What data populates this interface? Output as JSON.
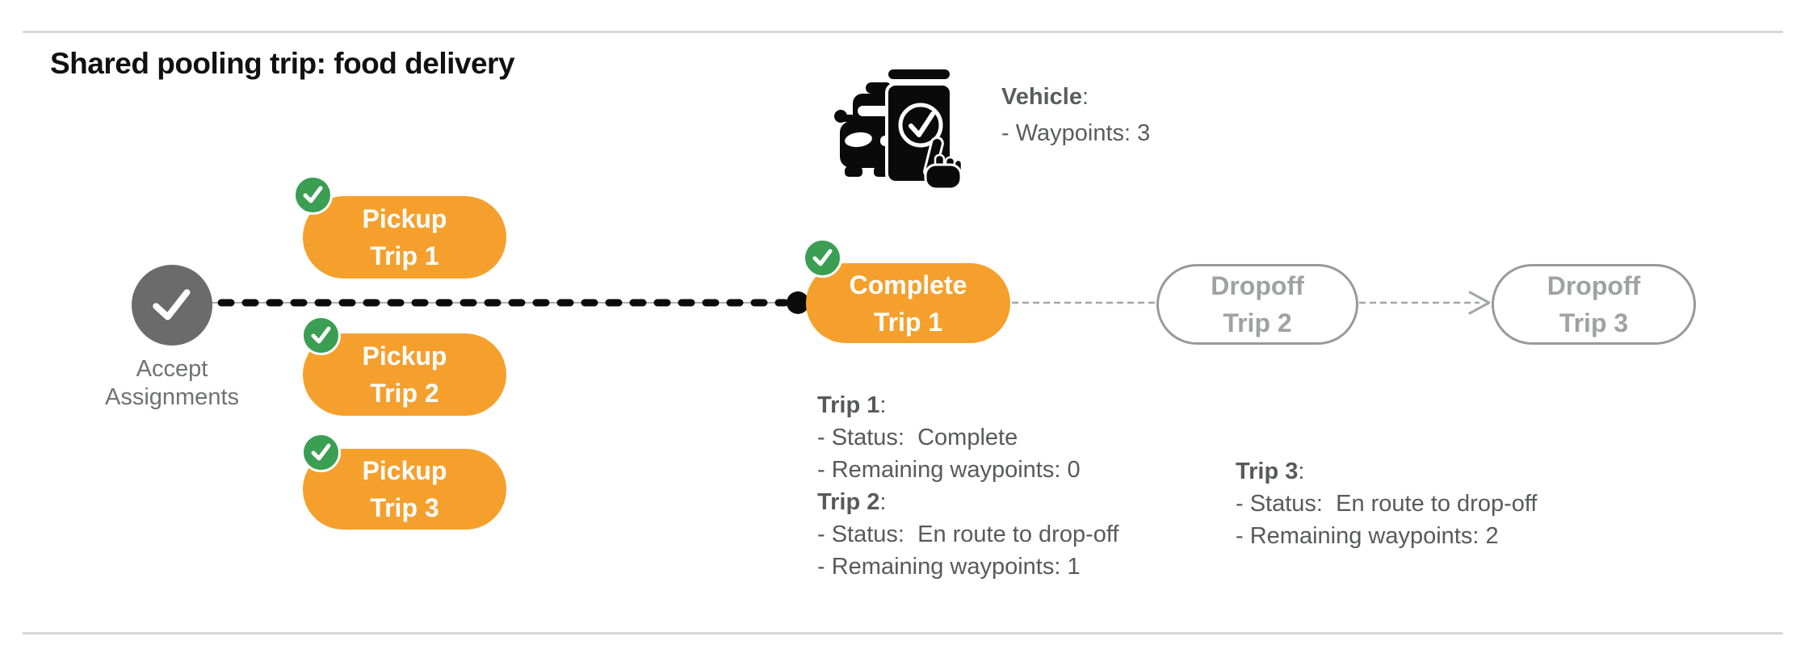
{
  "title": "Shared pooling trip: food delivery",
  "colors": {
    "orange": "#F5A02D",
    "green": "#3A9E53",
    "node_gray": "#6B6B6B",
    "text_gray": "#5B5C5F",
    "ghost_outline_gray": "#97999B",
    "connector_black": "#0B0B0B",
    "connector_gray": "#A4A6A8",
    "rule_gray": "#D7D7D7"
  },
  "icons": {
    "vehicle": "car-phone-check-icon",
    "badge": "check-circle-icon",
    "accept": "check-icon",
    "arrow": "arrow-right-icon"
  },
  "vehicle": {
    "label": "Vehicle",
    "colon": ":",
    "waypoints": "- Waypoints: 3"
  },
  "nodes": {
    "accept": {
      "line1": "Accept",
      "line2": "Assignments"
    },
    "pickups": [
      {
        "line1": "Pickup",
        "line2": "Trip 1"
      },
      {
        "line1": "Pickup",
        "line2": "Trip 2"
      },
      {
        "line1": "Pickup",
        "line2": "Trip 3"
      }
    ],
    "complete": {
      "line1": "Complete",
      "line2": "Trip 1"
    },
    "dropoffs": [
      {
        "line1": "Dropoff",
        "line2": "Trip 2"
      },
      {
        "line1": "Dropoff",
        "line2": "Trip 3"
      }
    ]
  },
  "status_blocks": [
    {
      "title": "Trip 1",
      "colon": ":",
      "lines": [
        "- Status:  Complete",
        "- Remaining waypoints: 0"
      ]
    },
    {
      "title": "Trip 2",
      "colon": ":",
      "lines": [
        "- Status:  En route to drop-off",
        "- Remaining waypoints: 1"
      ]
    },
    {
      "title": "Trip 3",
      "colon": ":",
      "lines": [
        "- Status:  En route to drop-off",
        "- Remaining waypoints: 2"
      ]
    }
  ]
}
